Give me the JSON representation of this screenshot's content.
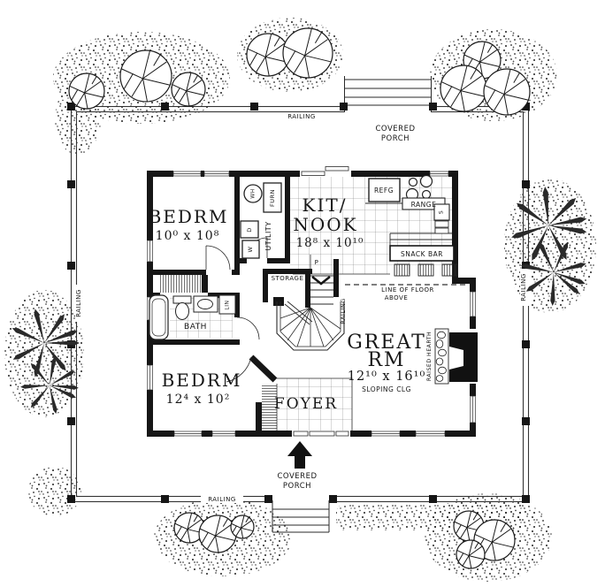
{
  "rooms": {
    "bedroom1": {
      "name": "BEDRM",
      "dims": "10⁰ x 10⁸"
    },
    "bedroom2": {
      "name": "BEDRM",
      "dims": "12⁴ x 10²"
    },
    "kitchen": {
      "line1": "KIT/",
      "line2": "NOOK",
      "dims": "18⁸ x 10¹⁰"
    },
    "great_room": {
      "line1": "GREAT",
      "line2": "RM",
      "dims": "12¹⁰ x 16¹⁰",
      "note": "SLOPING CLG"
    },
    "bath": {
      "name": "BATH"
    },
    "foyer": {
      "name": "FOYER"
    },
    "utility": {
      "name": "UTILITY"
    },
    "storage": {
      "name": "STORAGE"
    }
  },
  "fixtures": {
    "water_heater": "WH",
    "furnace": "FURN",
    "dryer": "D",
    "washer": "W",
    "linen": "LIN",
    "pantry": "P",
    "refrigerator": "REFG",
    "range": "RANGE",
    "sink": "S",
    "snack_bar": "SNACK BAR",
    "raised_hearth": "RAISED HEARTH"
  },
  "annotations": {
    "floor_line1": "LINE OF FLOOR",
    "floor_line2": "ABOVE"
  },
  "porch": {
    "covered_line1": "COVERED",
    "covered_line2": "PORCH",
    "railing": "RAILING"
  },
  "colors": {
    "paper": "#ffffff",
    "ink": "#161616",
    "tile_line": "#777777"
  }
}
